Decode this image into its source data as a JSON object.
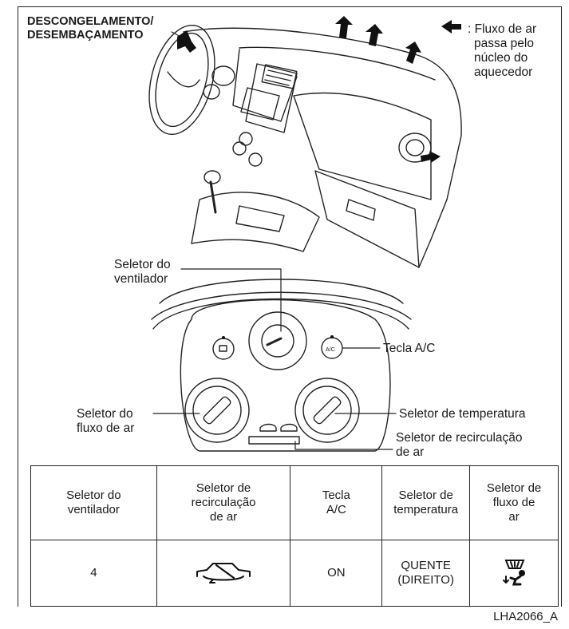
{
  "labels": {
    "defrost_line1": "DESCONGELAMENTO/",
    "defrost_line2": "DESEMBAÇAMENTO",
    "legend_line1": ": Fluxo de ar",
    "legend_line2": "passa pelo",
    "legend_line3": "núcleo do",
    "legend_line4": "aquecedor",
    "fan_line1": "Seletor do",
    "fan_line2": "ventilador",
    "ac_key": "Tecla A/C",
    "temp_selector": "Seletor de temperatura",
    "flow_line1": "Seletor do",
    "flow_line2": "fluxo de ar",
    "recirc_line1": "Seletor de recirculação",
    "recirc_line2": "de ar",
    "ac_button_text": "A/C"
  },
  "table": {
    "headers": [
      [
        "Seletor do",
        "ventilador"
      ],
      [
        "Seletor de",
        "recirculação",
        "de ar"
      ],
      [
        "Tecla",
        "A/C"
      ],
      [
        "Seletor de",
        "temperatura"
      ],
      [
        "Seletor de",
        "fluxo de",
        "ar"
      ]
    ],
    "values": {
      "fan": "4",
      "recirc_icon": "car-recirculation-off-icon",
      "ac": "ON",
      "temp_line1": "QUENTE",
      "temp_line2": "(DIREITO)",
      "flow_icon": "defrost-floor-icon"
    }
  },
  "figure_code": "LHA2066_A"
}
